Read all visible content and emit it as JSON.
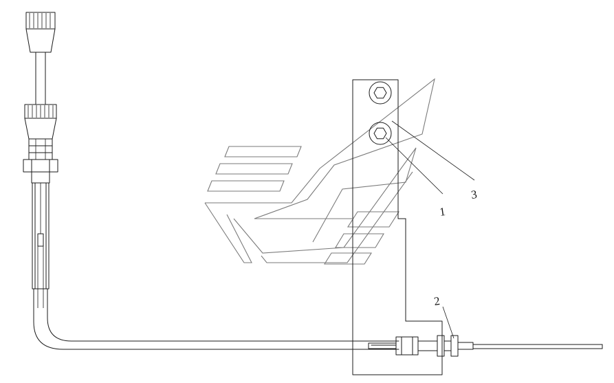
{
  "diagram": {
    "callouts": [
      {
        "id": "part-1",
        "label": "1"
      },
      {
        "id": "part-2",
        "label": "2"
      },
      {
        "id": "part-3",
        "label": "3"
      }
    ]
  },
  "colors": {
    "line": "#1a1a1a",
    "watermark": "#7a7a7a",
    "background": "#ffffff"
  }
}
